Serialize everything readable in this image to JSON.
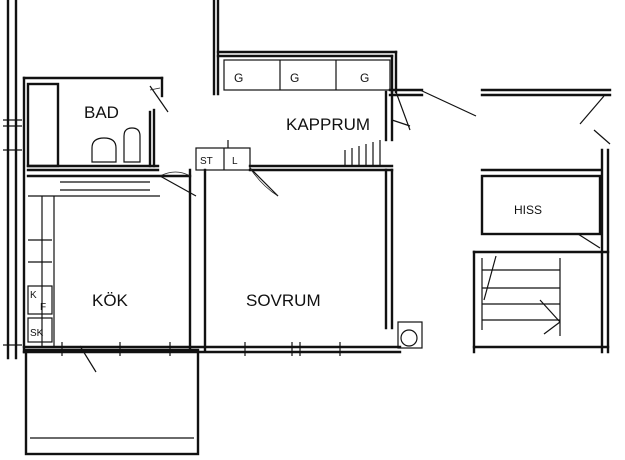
{
  "rooms": {
    "bathroom": "BAD",
    "closet": "KAPPRUM",
    "kitchen": "KÖK",
    "bedroom": "SOVRUM",
    "elevator": "HISS"
  },
  "markers": {
    "wardrobe": "G",
    "storage": "ST",
    "linen": "L",
    "fridge_freezer_top": "K",
    "fridge_freezer_bottom": "F",
    "broom_closet": "SK"
  }
}
